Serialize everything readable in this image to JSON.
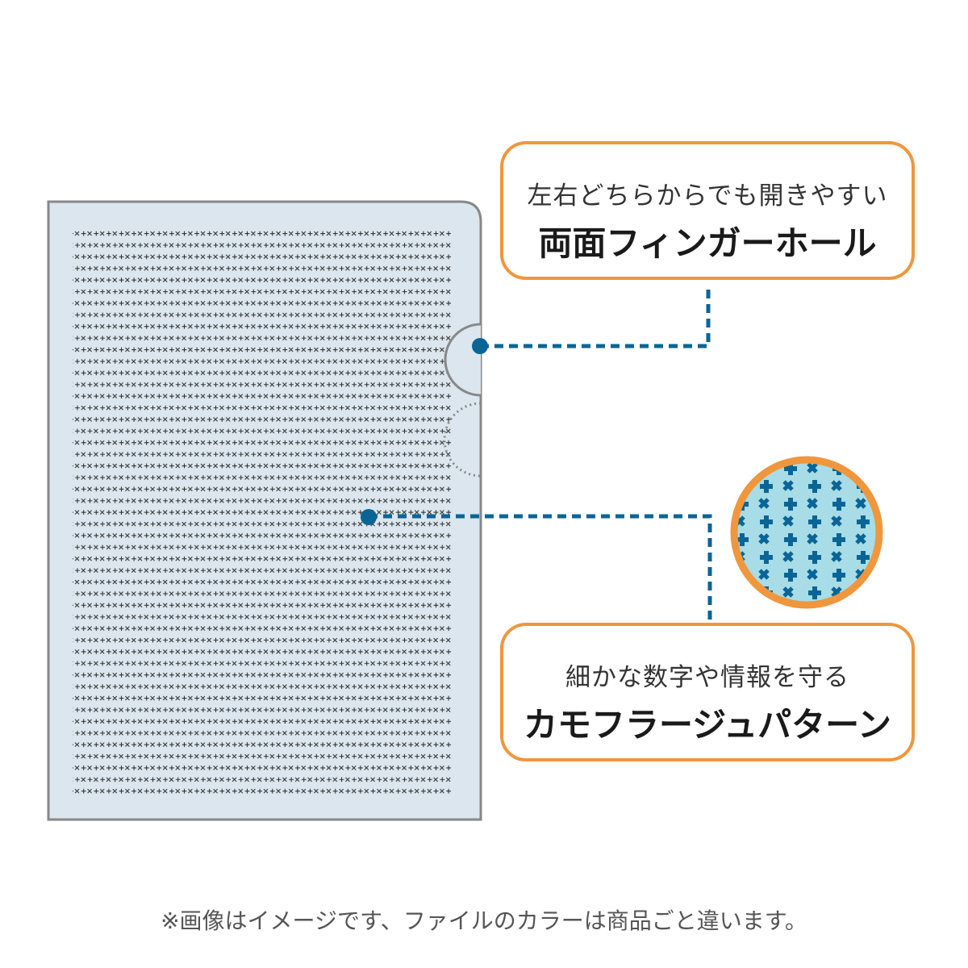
{
  "callouts": [
    {
      "subtitle": "左右どちらからでも開きやすい",
      "title": "両面フィンガーホール"
    },
    {
      "subtitle": "細かな数字や情報を守る",
      "title": "カモフラージュパターン"
    }
  ],
  "note": "※画像はイメージです、ファイルのカラーは商品ごと違います。",
  "colors": {
    "accent": "#f0963c",
    "leader": "#0a6596",
    "folder_fill": "#dbe6ee",
    "folder_border": "#888888",
    "pattern": "#333333",
    "zoom_bg": "#a8dce6"
  },
  "icons": [
    "clear-file-illustration",
    "finger-hole",
    "camouflage-pattern-magnifier"
  ]
}
